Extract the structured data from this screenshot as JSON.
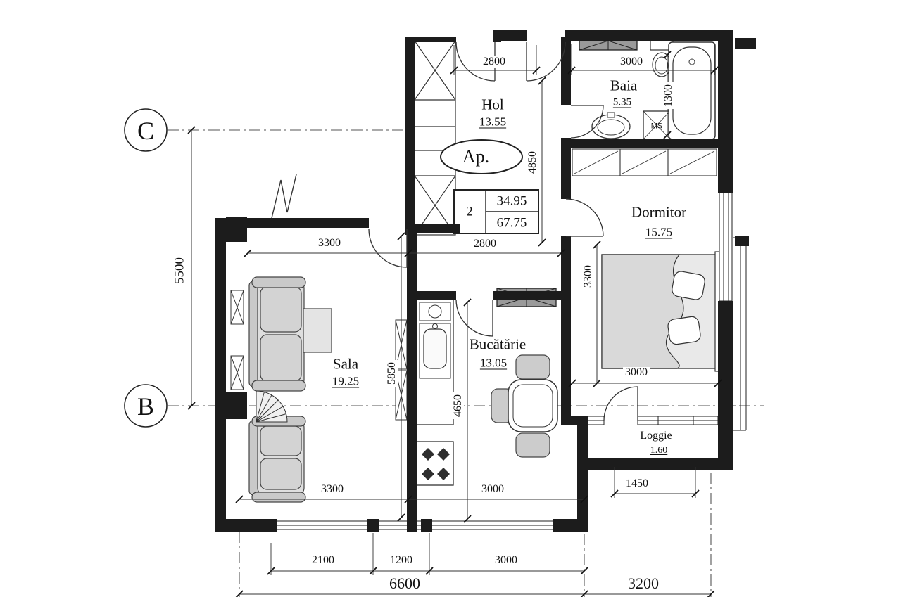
{
  "apartment": {
    "badge": "Ap.",
    "rooms_count": "2",
    "area_living": "34.95",
    "area_total": "67.75"
  },
  "rooms": {
    "hol": {
      "name": "Hol",
      "area": "13.55"
    },
    "baia": {
      "name": "Baia",
      "area": "5.35"
    },
    "dormitor": {
      "name": "Dormitor",
      "area": "15.75"
    },
    "sala": {
      "name": "Sala",
      "area": "19.25"
    },
    "bucatarie": {
      "name": "Bucătărie",
      "area": "13.05"
    },
    "loggie": {
      "name": "Loggie",
      "area": "1.60"
    }
  },
  "axes": {
    "c": "C",
    "b": "B"
  },
  "appliances": {
    "washing_machine": "MS"
  },
  "dimensions": {
    "top_hol": "2800",
    "top_baia": "3000",
    "baia_height": "1300",
    "hol_height": "4850",
    "sala_top": "3300",
    "hol_bottom": "2800",
    "dormitor_left": "3300",
    "left_overall": "5500",
    "sala_right": "5850",
    "bucatarie_left": "4650",
    "dormitor_bed": "3000",
    "sala_bottom": "3300",
    "bucatarie_bottom": "3000",
    "loggie_width": "1450",
    "bottom_2100": "2100",
    "bottom_1200": "1200",
    "bottom_3000": "3000",
    "overall_6600": "6600",
    "overall_3200": "3200"
  },
  "colors": {
    "wall": "#1c1c1c",
    "line": "#333333",
    "furniture": "#dedede"
  }
}
